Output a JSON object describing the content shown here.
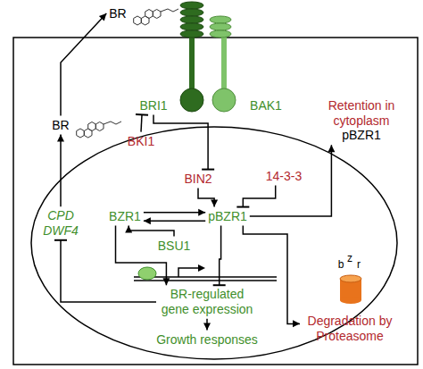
{
  "diagram": {
    "nodes": [
      {
        "text": [
          "BR"
        ]
      },
      {
        "text": [
          "BRI1"
        ]
      },
      {
        "text": [
          "BAK1"
        ]
      },
      {
        "text": [
          "BKI1"
        ]
      },
      {
        "text": [
          "BIN2"
        ]
      },
      {
        "text": [
          "14-3-3"
        ]
      },
      {
        "text": [
          "Retention in cytoplasm",
          "pBZR1"
        ]
      },
      {
        "text": [
          "BR"
        ]
      },
      {
        "text": [
          "CPD DWF4"
        ]
      },
      {
        "text": [
          "BZR1"
        ]
      },
      {
        "text": [
          "pBZR1"
        ]
      },
      {
        "text": [
          "BSU1"
        ]
      },
      {
        "text": [
          "BR-regulated gene expression"
        ]
      },
      {
        "text": [
          "Growth responses"
        ]
      },
      {
        "text": [
          "Degradation by Proteasome"
        ]
      }
    ],
    "edges": [
      {
        "from": 7,
        "to": 0,
        "arrow": "to"
      },
      {
        "from": 3,
        "to": 1,
        "arrow": "to"
      },
      {
        "from": 1,
        "to": 4,
        "arrow": "to"
      },
      {
        "from": 4,
        "to": 10,
        "arrow": "to"
      },
      {
        "from": 9,
        "to": 10,
        "arrow": "to"
      },
      {
        "from": 10,
        "to": 9,
        "arrow": "to"
      },
      {
        "from": 11,
        "to": 9,
        "arrow": "to"
      },
      {
        "from": 9,
        "to": 12,
        "arrow": "to"
      },
      {
        "from": 10,
        "to": 12,
        "arrow": "to"
      },
      {
        "from": 5,
        "to": 10,
        "arrow": "to"
      },
      {
        "from": 10,
        "to": 6,
        "arrow": "to"
      },
      {
        "from": 10,
        "to": 14,
        "arrow": "to"
      },
      {
        "from": 12,
        "to": 13,
        "arrow": "to"
      },
      {
        "from": 12,
        "to": 8,
        "arrow": "to"
      },
      {
        "from": 8,
        "to": 7,
        "arrow": "to"
      }
    ],
    "labels": [
      "b",
      "z",
      "r"
    ]
  }
}
